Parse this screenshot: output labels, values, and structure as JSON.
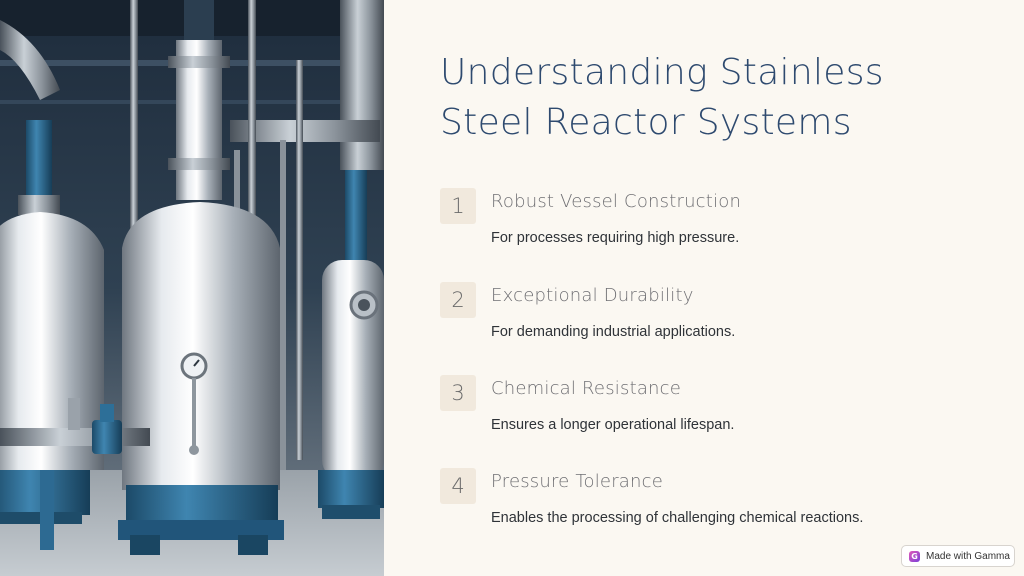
{
  "slide": {
    "title": "Understanding Stainless Steel Reactor Systems",
    "items": [
      {
        "number": "1",
        "title": "Robust Vessel Construction",
        "description": "For processes requiring high pressure."
      },
      {
        "number": "2",
        "title": "Exceptional Durability",
        "description": "For demanding industrial applications."
      },
      {
        "number": "3",
        "title": "Chemical Resistance",
        "description": "Ensures a longer operational lifespan."
      },
      {
        "number": "4",
        "title": "Pressure Tolerance",
        "description": "Enables the processing of challenging chemical reactions."
      }
    ]
  },
  "badge": {
    "label": "Made with Gamma",
    "icon": "gamma-logo-icon"
  },
  "colors": {
    "title": "#2e4a6f",
    "background": "#fbf8f2",
    "number_box": "#f1e9dd",
    "reactor_blue": "#2c6e96"
  }
}
